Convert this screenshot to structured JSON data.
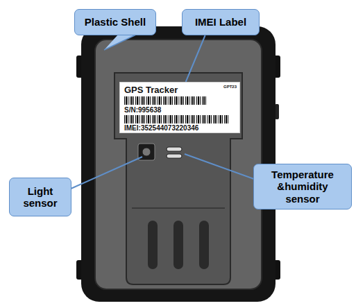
{
  "diagram": {
    "nodes": [
      {
        "text": [
          "Plastic Shell"
        ]
      },
      {
        "text": [
          "IMEI Label"
        ]
      },
      {
        "text": [
          "GPS Tracker",
          "GPT23",
          "S/N:995638",
          "IMEI:352544073220346"
        ]
      },
      {
        "text": [
          "Light sensor"
        ]
      },
      {
        "text": [
          "Temperature &humidity sensor"
        ]
      }
    ],
    "edges": [
      {
        "from": 1,
        "to": 2,
        "arrow": "none"
      }
    ]
  }
}
